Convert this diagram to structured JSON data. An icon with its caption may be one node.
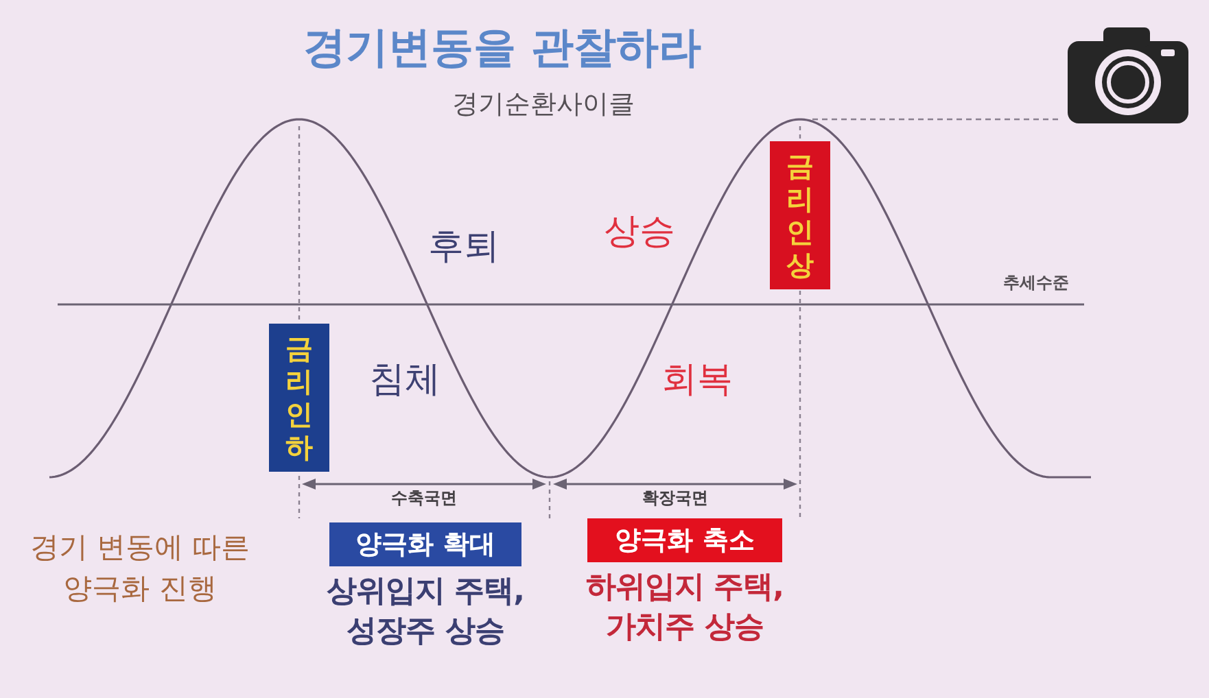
{
  "diagram": {
    "title": "경기변동을 관찰하라",
    "nodes": [
      {
        "text": [
          "금리인하"
        ]
      },
      {
        "text": [
          "금리인상"
        ]
      },
      {
        "text": [
          "양극화 확대"
        ],
        "beside": [
          "상위입지 주택, 성장주 상승"
        ]
      },
      {
        "text": [
          "양극화 축소"
        ],
        "beside": [
          "하위입지 주택, 가치주 상승"
        ]
      }
    ],
    "labels": [
      "경기순환사이클",
      "후퇴",
      "상승",
      "추세수준",
      "침체",
      "회복",
      "수축국면",
      "확장국면",
      "경기 변동에 따른 양극화 진행"
    ]
  }
}
